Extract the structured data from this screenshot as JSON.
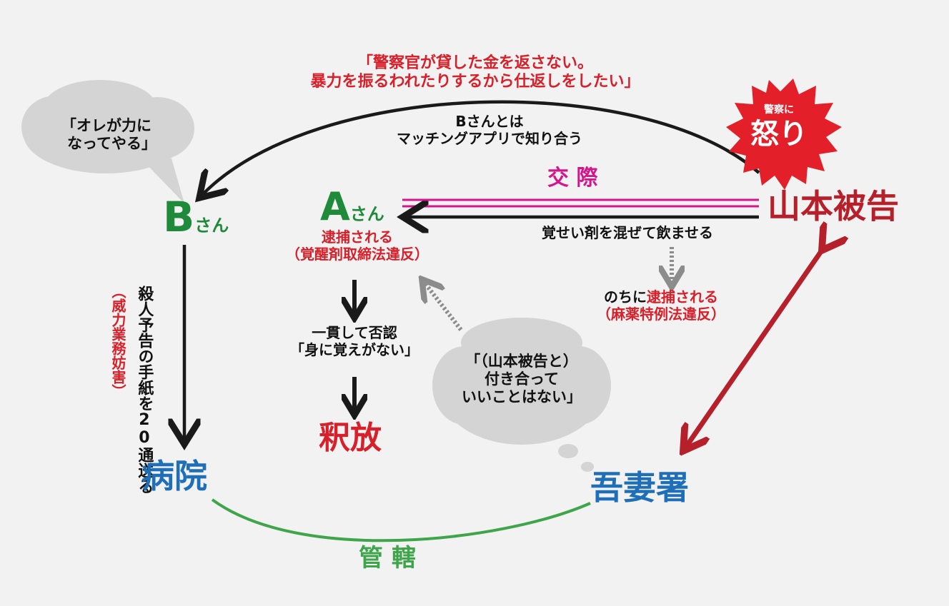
{
  "nodes": {
    "yamamoto": "山本被告",
    "a_san_big": "A",
    "a_san_small": "さん",
    "b_san_big": "B",
    "b_san_small": "さん",
    "hospital": "病院",
    "police": "吾妻署"
  },
  "labels": {
    "top_quote_1": "「警察官が貸した金を返さない。",
    "top_quote_2": "暴力を振るわれたりするから仕返しをしたい」",
    "matching_1": "Bさんとは",
    "matching_2": "マッチングアプリで知り合う",
    "kosai": "交 際",
    "drug": "覚せい剤を混ぜて飲ませる",
    "later_prefix": "のちに",
    "later_arrest": "逮捕される",
    "later_law": "（麻薬特例法違反）",
    "a_arrest": "逮捕される",
    "a_law": "（覚醒剤取締法違反）",
    "deny_1": "一貫して否認",
    "deny_2": "「身に覚えがない」",
    "release": "釈放",
    "b_letter": "殺人予告の手紙を20通送る",
    "b_law": "（威力業務妨害）",
    "kankatsu": "管 轄",
    "starburst_small": "警察に",
    "starburst_big": "怒り"
  },
  "bubbles": {
    "b_bubble_1": "「オレが力に",
    "b_bubble_2": "なってやる」",
    "a_bubble_1": "「（山本被告と）",
    "a_bubble_2": "付き合って",
    "a_bubble_3": "いいことはない」"
  },
  "colors": {
    "green": "#1f8a3a",
    "red": "#d7202a",
    "dark_red": "#b5202b",
    "blue": "#1f6fb8",
    "magenta": "#d4168c",
    "bubble_gray": "#d4d4d4",
    "arrow_black": "#1a1a1a",
    "dotted_gray": "#8c8c8c"
  }
}
